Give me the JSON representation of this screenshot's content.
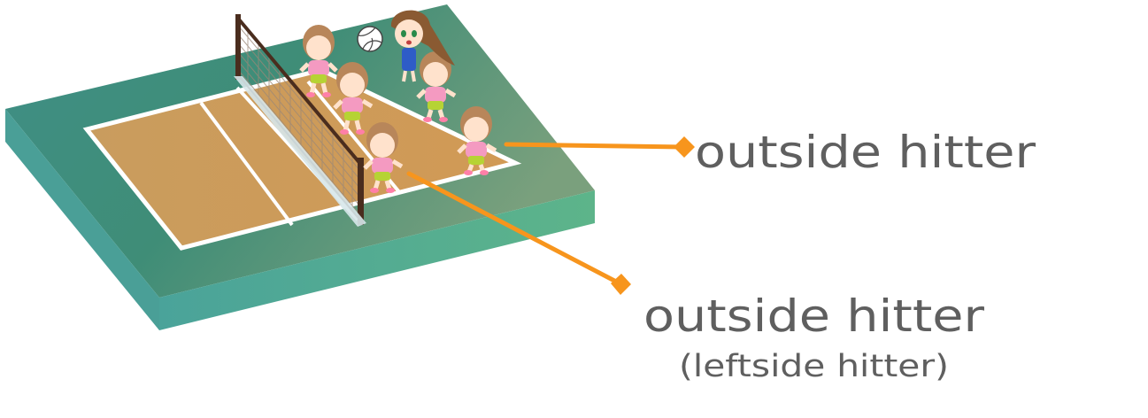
{
  "labels": {
    "right_position": "outside hitter",
    "left_position": "outside hitter",
    "left_position_alt": "(leftside hitter)"
  },
  "colors": {
    "callout_line": "#f7951d",
    "label_text": "#5f5f5f",
    "court_base": "#4f9c86",
    "court_side": "#5fae8c",
    "playing_court": "#c8995a",
    "court_lines": "#ffffff",
    "net": "#4a2d1e",
    "player_shirt": "#f49ac1",
    "player_shorts": "#b6d334",
    "player_hair": "#b8865a",
    "hitter_uniform": "#2e5cc7"
  },
  "icons": {
    "ball": "volleyball-icon",
    "player": "player-figure-icon",
    "net": "volleyball-net-icon"
  }
}
